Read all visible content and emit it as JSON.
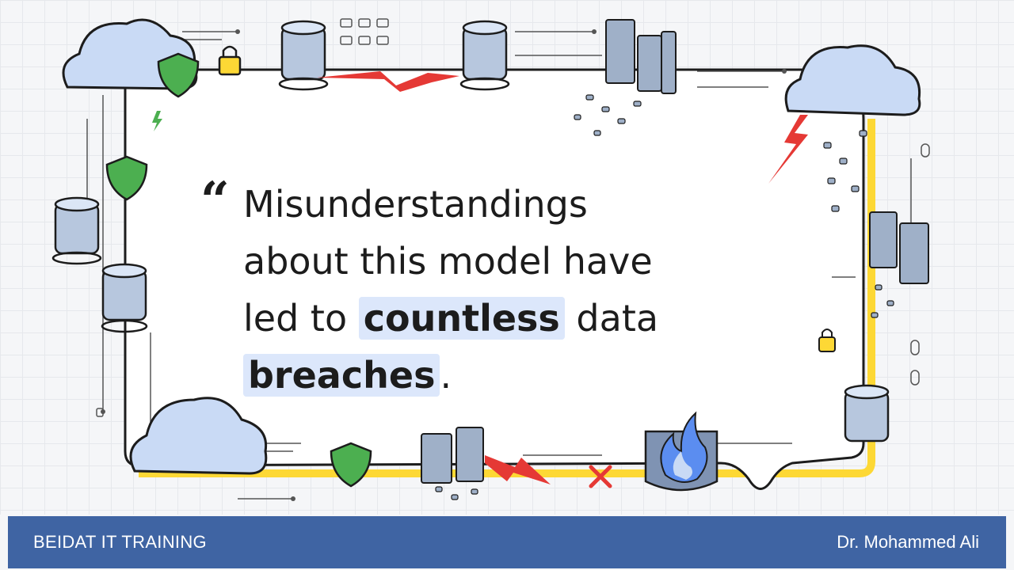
{
  "slide": {
    "quote_mark": "“",
    "quote_lines": {
      "l1": "Misunderstandings",
      "l2": "about this model have",
      "l3_pre": "led to ",
      "l3_hl": "countless",
      "l3_post": " data",
      "l4_hl": "breaches",
      "l4_post": "."
    },
    "highlight_color": "#dce7fb"
  },
  "footer": {
    "left_text": "BEIDAT IT TRAINING",
    "right_text": "Dr. Mohammed Ali",
    "background": "#3f64a3"
  },
  "illustration": {
    "icons": [
      "cloud-icon",
      "shield-icon",
      "lock-icon",
      "server-icon",
      "database-icon",
      "lightning-icon",
      "fire-icon",
      "error-x-icon"
    ],
    "accent_colors": {
      "shield": "#4caf50",
      "lightning": "#e53935",
      "frame": "#fdd835",
      "cloud": "#c9daf5",
      "fire": "#5b8df0"
    }
  }
}
